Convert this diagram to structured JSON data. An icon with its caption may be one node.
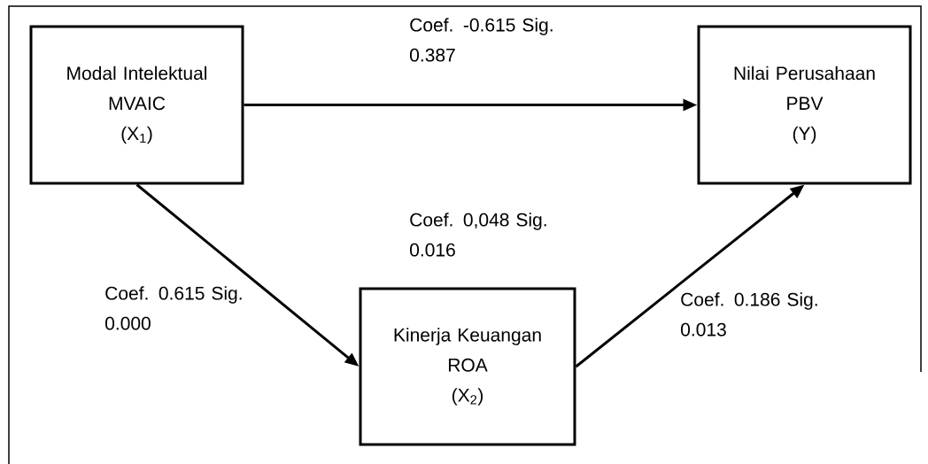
{
  "diagram": {
    "nodes": [
      {
        "text": [
          "Modal Intelektual",
          "MVAIC",
          "(X$_{1}$)"
        ]
      },
      {
        "text": [
          "Nilai Perusahaan",
          "PBV",
          "(Y)"
        ]
      },
      {
        "text": [
          "Kinerja Keuangan",
          "ROA",
          "(X$_{2}$)"
        ]
      }
    ],
    "edges": [
      {
        "from": 0,
        "to": 1,
        "arrow": "to",
        "label": "Coef. -0.615 Sig. 0.387"
      },
      {
        "from": 0,
        "to": 2,
        "arrow": "to",
        "label": "Coef. 0.615 Sig. 0.000"
      },
      {
        "from": 2,
        "to": 1,
        "arrow": "to",
        "label": "Coef. 0.186 Sig. 0.013"
      }
    ],
    "labels": [
      "Coef. 0,048 Sig. 0.016"
    ]
  }
}
